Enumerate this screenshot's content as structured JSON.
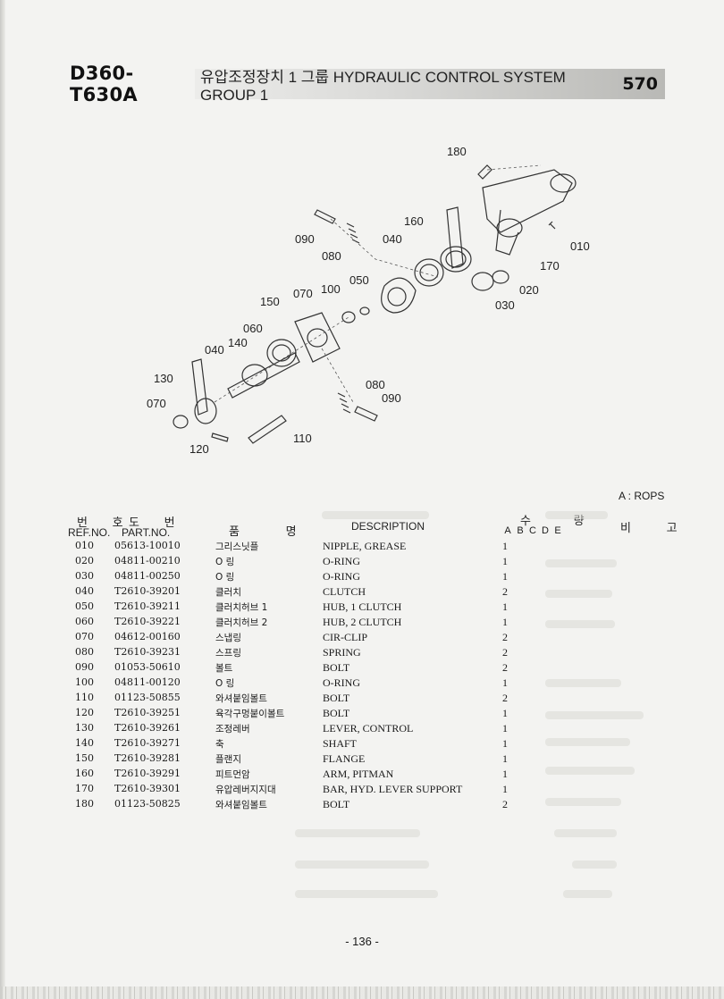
{
  "header": {
    "model": "D360-T630A",
    "title": "유압조정장치 1 그룹 HYDRAULIC CONTROL SYSTEM GROUP 1",
    "page_code": "570"
  },
  "diagram": {
    "callouts": [
      "180",
      "160",
      "090",
      "040",
      "010",
      "080",
      "170",
      "050",
      "100",
      "070",
      "020",
      "030",
      "150",
      "060",
      "140",
      "040",
      "130",
      "080",
      "090",
      "070",
      "110",
      "120"
    ]
  },
  "legend_note": "A : ROPS",
  "columns": {
    "ref_kr": "번 호",
    "ref_en": "REF.NO.",
    "part_kr": "도 번",
    "part_en": "PART.NO.",
    "name_kr": "품 명",
    "desc": "DESCRIPTION",
    "qty_kr": "수 량",
    "qty_letters": [
      "A",
      "B",
      "C",
      "D",
      "E"
    ],
    "remarks_kr": "비 고"
  },
  "parts": [
    {
      "ref": "010",
      "part": "05613-10010",
      "name_kr": "그리스닛플",
      "desc": "NIPPLE, GREASE",
      "qty": "1"
    },
    {
      "ref": "020",
      "part": "04811-00210",
      "name_kr": "O 링",
      "desc": "O-RING",
      "qty": "1"
    },
    {
      "ref": "030",
      "part": "04811-00250",
      "name_kr": "O 링",
      "desc": "O-RING",
      "qty": "1"
    },
    {
      "ref": "040",
      "part": "T2610-39201",
      "name_kr": "클러치",
      "desc": "CLUTCH",
      "qty": "2"
    },
    {
      "ref": "050",
      "part": "T2610-39211",
      "name_kr": "클러치허브 1",
      "desc": "HUB, 1 CLUTCH",
      "qty": "1"
    },
    {
      "ref": "060",
      "part": "T2610-39221",
      "name_kr": "클러치허브 2",
      "desc": "HUB, 2 CLUTCH",
      "qty": "1"
    },
    {
      "ref": "070",
      "part": "04612-00160",
      "name_kr": "스냅링",
      "desc": "CIR-CLIP",
      "qty": "2"
    },
    {
      "ref": "080",
      "part": "T2610-39231",
      "name_kr": "스프링",
      "desc": "SPRING",
      "qty": "2"
    },
    {
      "ref": "090",
      "part": "01053-50610",
      "name_kr": "볼트",
      "desc": "BOLT",
      "qty": "2"
    },
    {
      "ref": "100",
      "part": "04811-00120",
      "name_kr": "O 링",
      "desc": "O-RING",
      "qty": "1"
    },
    {
      "ref": "110",
      "part": "01123-50855",
      "name_kr": "와셔붙임볼트",
      "desc": "BOLT",
      "qty": "2"
    },
    {
      "ref": "120",
      "part": "T2610-39251",
      "name_kr": "육각구멍붙이볼트",
      "desc": "BOLT",
      "qty": "1"
    },
    {
      "ref": "130",
      "part": "T2610-39261",
      "name_kr": "조정레버",
      "desc": "LEVER, CONTROL",
      "qty": "1"
    },
    {
      "ref": "140",
      "part": "T2610-39271",
      "name_kr": "축",
      "desc": "SHAFT",
      "qty": "1"
    },
    {
      "ref": "150",
      "part": "T2610-39281",
      "name_kr": "플랜지",
      "desc": "FLANGE",
      "qty": "1"
    },
    {
      "ref": "160",
      "part": "T2610-39291",
      "name_kr": "피트먼암",
      "desc": "ARM, PITMAN",
      "qty": "1"
    },
    {
      "ref": "170",
      "part": "T2610-39301",
      "name_kr": "유압레버지지대",
      "desc": "BAR, HYD. LEVER SUPPORT",
      "qty": "1"
    },
    {
      "ref": "180",
      "part": "01123-50825",
      "name_kr": "와셔붙임볼트",
      "desc": "BOLT",
      "qty": "2"
    }
  ],
  "page_number": "- 136 -"
}
